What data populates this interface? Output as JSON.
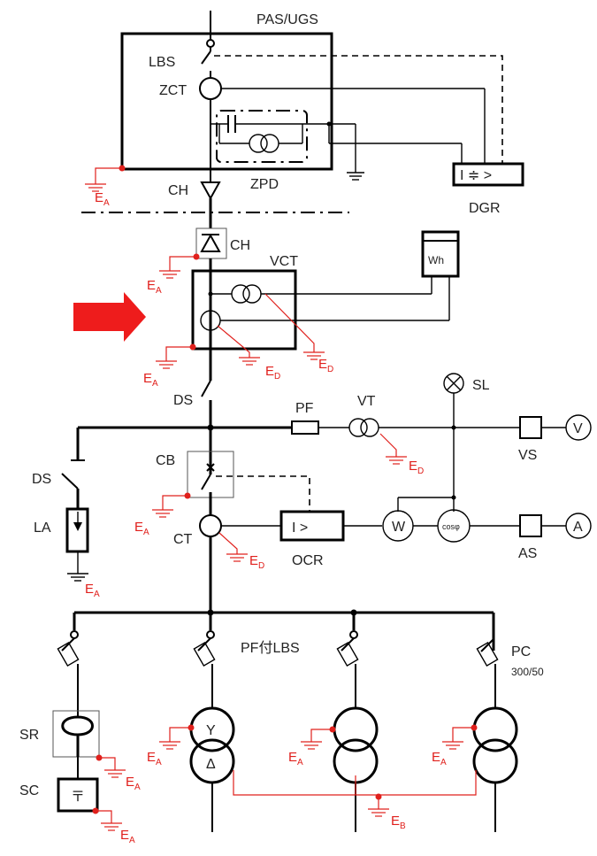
{
  "labels": {
    "pas_ugs": "PAS/UGS",
    "lbs": "LBS",
    "zct": "ZCT",
    "zpd": "ZPD",
    "dgr": "DGR",
    "dgr_symbol": "I ≑ >",
    "ch_top": "CH",
    "ch_mid": "CH",
    "vct": "VCT",
    "wh": "Wh",
    "ds_main": "DS",
    "ds_la": "DS",
    "la": "LA",
    "pf": "PF",
    "vt": "VT",
    "sl": "SL",
    "vs": "VS",
    "v_meter": "V",
    "cb": "CB",
    "ct": "CT",
    "ocr": "OCR",
    "ocr_symbol": "I >",
    "w_meter": "W",
    "cos_meter": "cosφ",
    "as": "AS",
    "a_meter": "A",
    "pf_lbs": "PF付LBS",
    "pc": "PC",
    "pc_rating": "300/50",
    "sr": "SR",
    "sc": "SC",
    "sc_symbol": "〒",
    "star": "Y",
    "delta": "Δ"
  },
  "grounds": {
    "ea_main": "E",
    "ea_sub": "A",
    "ed_main": "E",
    "ed_sub": "D",
    "eb_main": "E",
    "eb_sub": "B"
  },
  "colors": {
    "line": "#000000",
    "ground": "#e0201c",
    "arrow": "#ee1c1c"
  }
}
